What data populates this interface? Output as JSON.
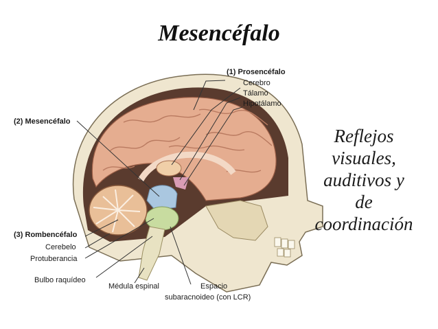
{
  "title": "Mesencéfalo",
  "caption_lines": [
    "Reflejos",
    "visuales,",
    "auditivos y",
    "de",
    "coordinación"
  ],
  "labels": {
    "prosencefalo": "(1) Prosencéfalo",
    "cerebro": "Cerebro",
    "talamo": "Tálamo",
    "hipotalamo": "Hipotálamo",
    "mesencefalo": "(2) Mesencéfalo",
    "rombencefalo": "(3) Rombencéfalo",
    "cerebelo": "Cerebelo",
    "protuberancia": "Protuberancia",
    "bulbo": "Bulbo raquídeo",
    "medula": "Médula espinal",
    "espacio_1": "Espacio",
    "espacio_2": "subaracnoideo (con LCR)"
  },
  "colors": {
    "skull": "#efe6cf",
    "brain": "#e5ad90",
    "mesencefalo": "#aac7e0",
    "protuberancia": "#c8dca0",
    "leader": "#333333"
  }
}
